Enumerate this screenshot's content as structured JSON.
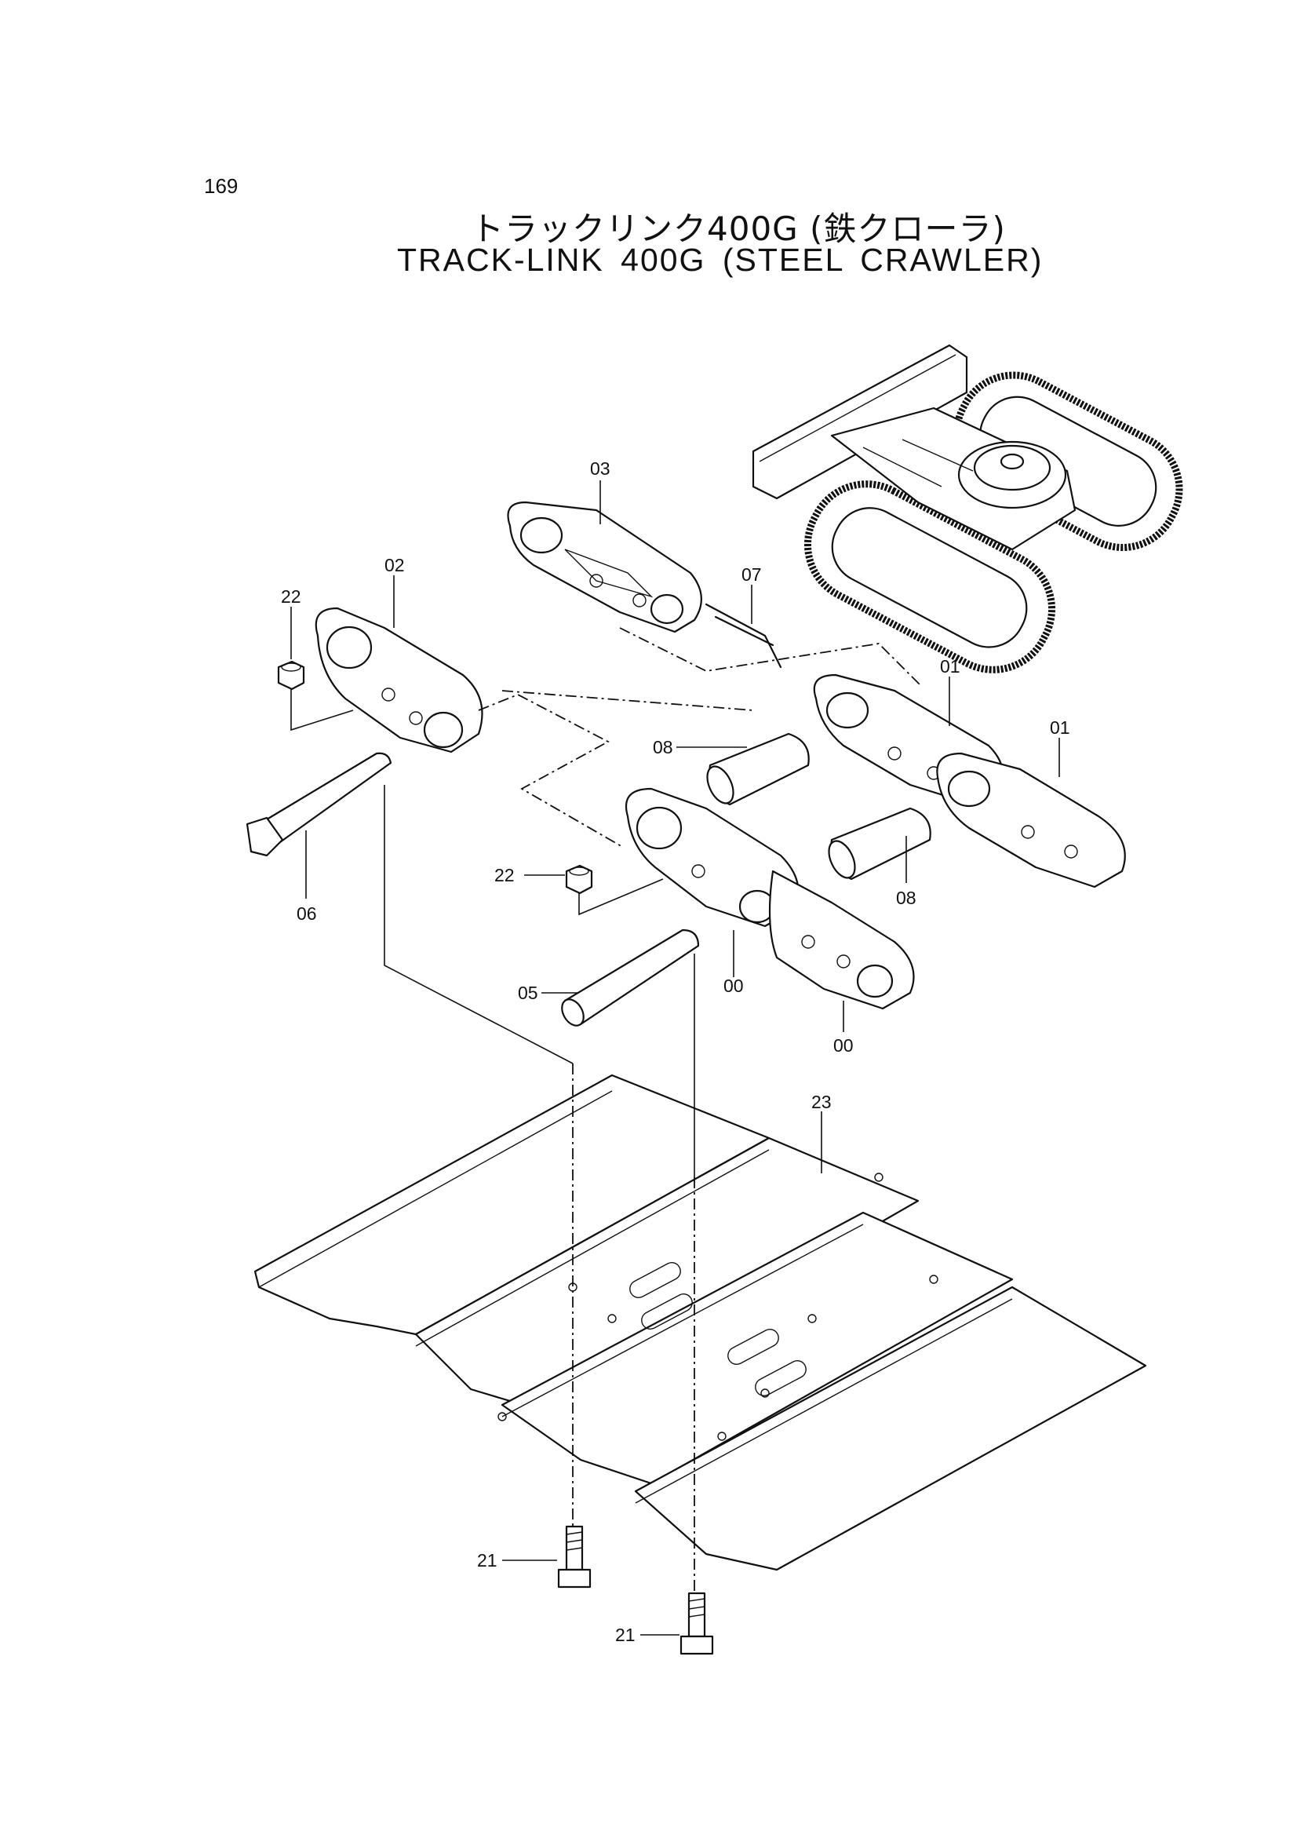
{
  "page": {
    "page_number": "169",
    "title_jp": "トラックリンク400G (鉄クローラ)",
    "title_en": "TRACK-LINK 400G (STEEL CRAWLER)"
  },
  "callouts": {
    "c00a": "00",
    "c00b": "00",
    "c01a": "01",
    "c01b": "01",
    "c02": "02",
    "c03": "03",
    "c05": "05",
    "c06": "06",
    "c07": "07",
    "c08a": "08",
    "c08b": "08",
    "c21a": "21",
    "c21b": "21",
    "c22a": "22",
    "c22b": "22",
    "c23": "23"
  }
}
